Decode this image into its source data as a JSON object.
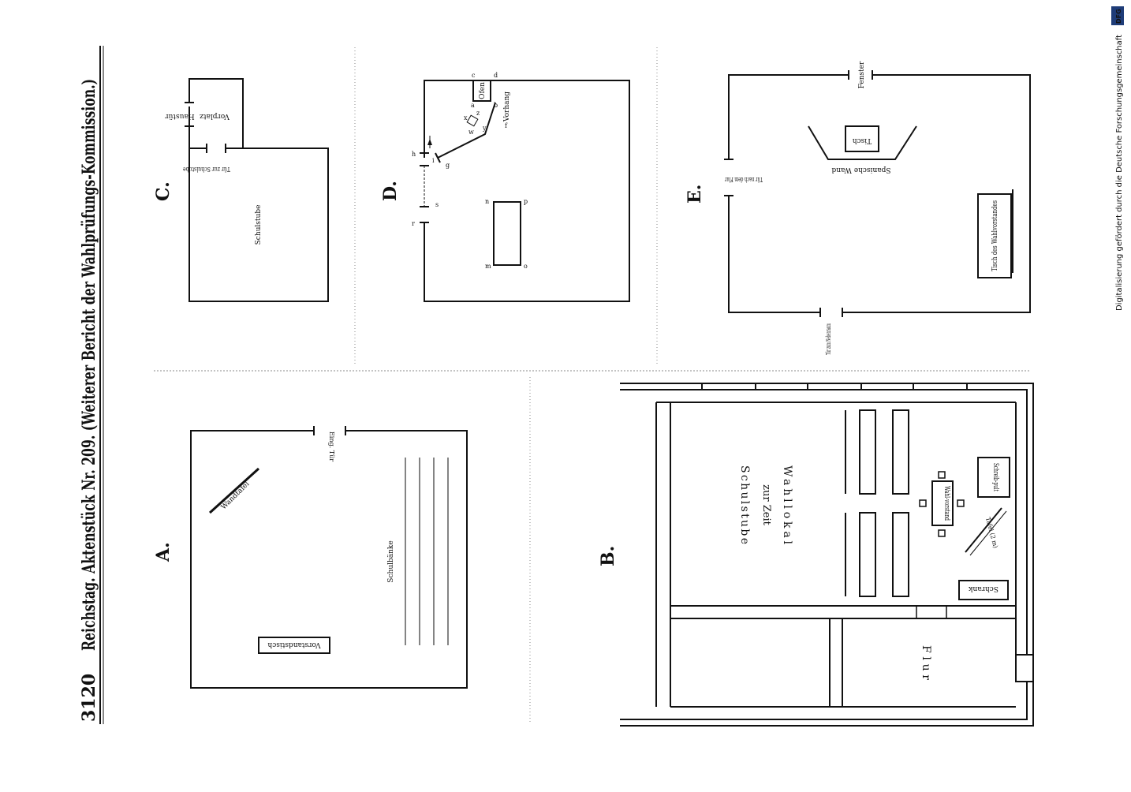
{
  "header": {
    "page_number": "3120",
    "title": "Reichstag.  Aktenstück Nr. 209.  (Weiterer Bericht der Wahlprüfungs-Kommission.)"
  },
  "plans": {
    "A": {
      "letter": "A.",
      "entrance": "Eing. Tür",
      "blackboard": "Wandtafel",
      "benches": "Schulbänke",
      "board_table": "Vorstandstisch"
    },
    "B": {
      "letter": "B.",
      "room_lines": [
        "Schulstube",
        "zur Zeit",
        "Wahllokal"
      ],
      "board": "Wahl-vorstand",
      "desk": "Schreib-pult",
      "cupboard": "Schrank",
      "blackboard": "Tafel (2 m)",
      "corridor": "Flur"
    },
    "C": {
      "letter": "C.",
      "house_door": "Haustür",
      "forecourt": "Vorplatz",
      "door_to_school": "Tür zur Schulstube",
      "schoolroom": "Schulstube"
    },
    "D": {
      "letter": "D.",
      "stove": "Ofen",
      "curtain": "Vorhang",
      "labels": [
        "a",
        "b",
        "c",
        "d",
        "f",
        "g",
        "h",
        "i",
        "r",
        "s",
        "m",
        "n",
        "o",
        "p",
        "x",
        "y",
        "z",
        "w"
      ]
    },
    "E": {
      "letter": "E.",
      "window": "Fenster",
      "door_corridor": "Tür nach dem Flur",
      "table": "Tisch",
      "spanish_wall": "Spanische Wand",
      "board_table": "Tisch des Wahlvorstandes",
      "door_side": "Tür zum Nebenraum"
    }
  },
  "footer_note": {
    "text": "Digitalisierung gefördert durch die Deutsche Forschungsgemeinschaft",
    "logo": "DFG"
  }
}
